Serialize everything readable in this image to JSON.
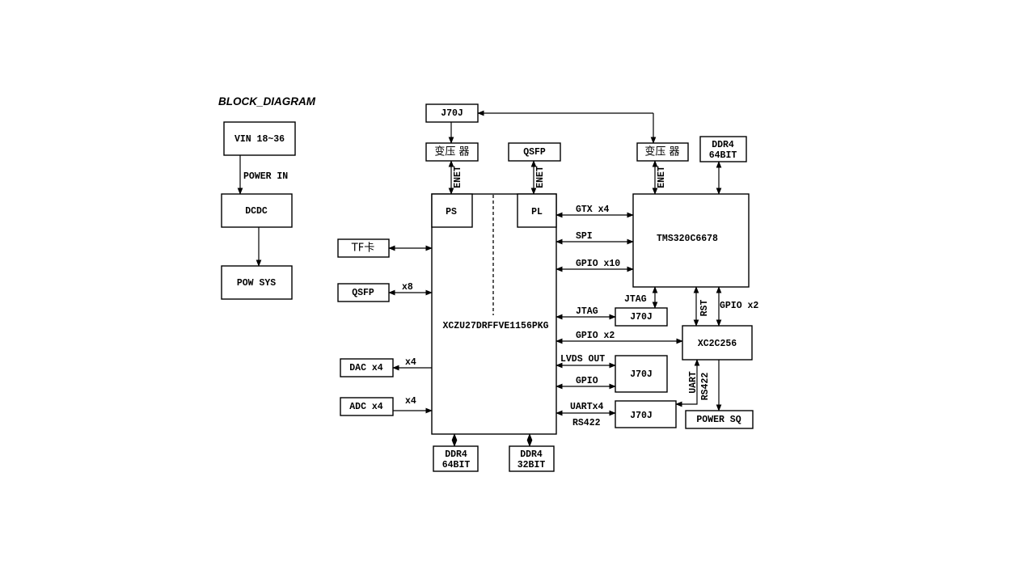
{
  "title": "BLOCK_DIAGRAM",
  "power": {
    "vin": "VIN 18~36",
    "power_in": "POWER IN",
    "dcdc": "DCDC",
    "pow_sys": "POW SYS"
  },
  "fpga": {
    "name": "XCZU27DRFFVE1156PKG",
    "ps": "PS",
    "pl": "PL"
  },
  "top": {
    "j70j": "J70J",
    "transformer_left": "变压 器",
    "transformer_right": "变压 器",
    "qsfp": "QSFP",
    "enet": "ENET",
    "ddr4_right_line1": "DDR4",
    "ddr4_right_line2": "64BIT"
  },
  "left": {
    "tf_card": "TF卡",
    "qsfp": "QSFP",
    "qsfp_count": "x8",
    "dac": "DAC x4",
    "dac_count": "x4",
    "adc": "ADC x4",
    "adc_count": "x4"
  },
  "bottom": {
    "ddr4_64_line1": "DDR4",
    "ddr4_64_line2": "64BIT",
    "ddr4_32_line1": "DDR4",
    "ddr4_32_line2": "32BIT"
  },
  "dsp": {
    "name": "TMS320C6678",
    "gtx": "GTX x4",
    "spi": "SPI",
    "gpio10": "GPIO x10",
    "jtag": "JTAG"
  },
  "right": {
    "j70j_jtag": "J70J",
    "jtag": "JTAG",
    "gpio2": "GPIO x2",
    "cpld": "XC2C256",
    "rst": "RST",
    "gpio2_cpld": "GPIO x2",
    "lvds_out": "LVDS OUT",
    "gpio": "GPIO",
    "j70j_lvds": "J70J",
    "uart": "UARTx4",
    "rs422": "RS422",
    "j70j_uart": "J70J",
    "uart_v": "UART",
    "rs422_v": "RS422",
    "power_sq": "POWER SQ"
  }
}
